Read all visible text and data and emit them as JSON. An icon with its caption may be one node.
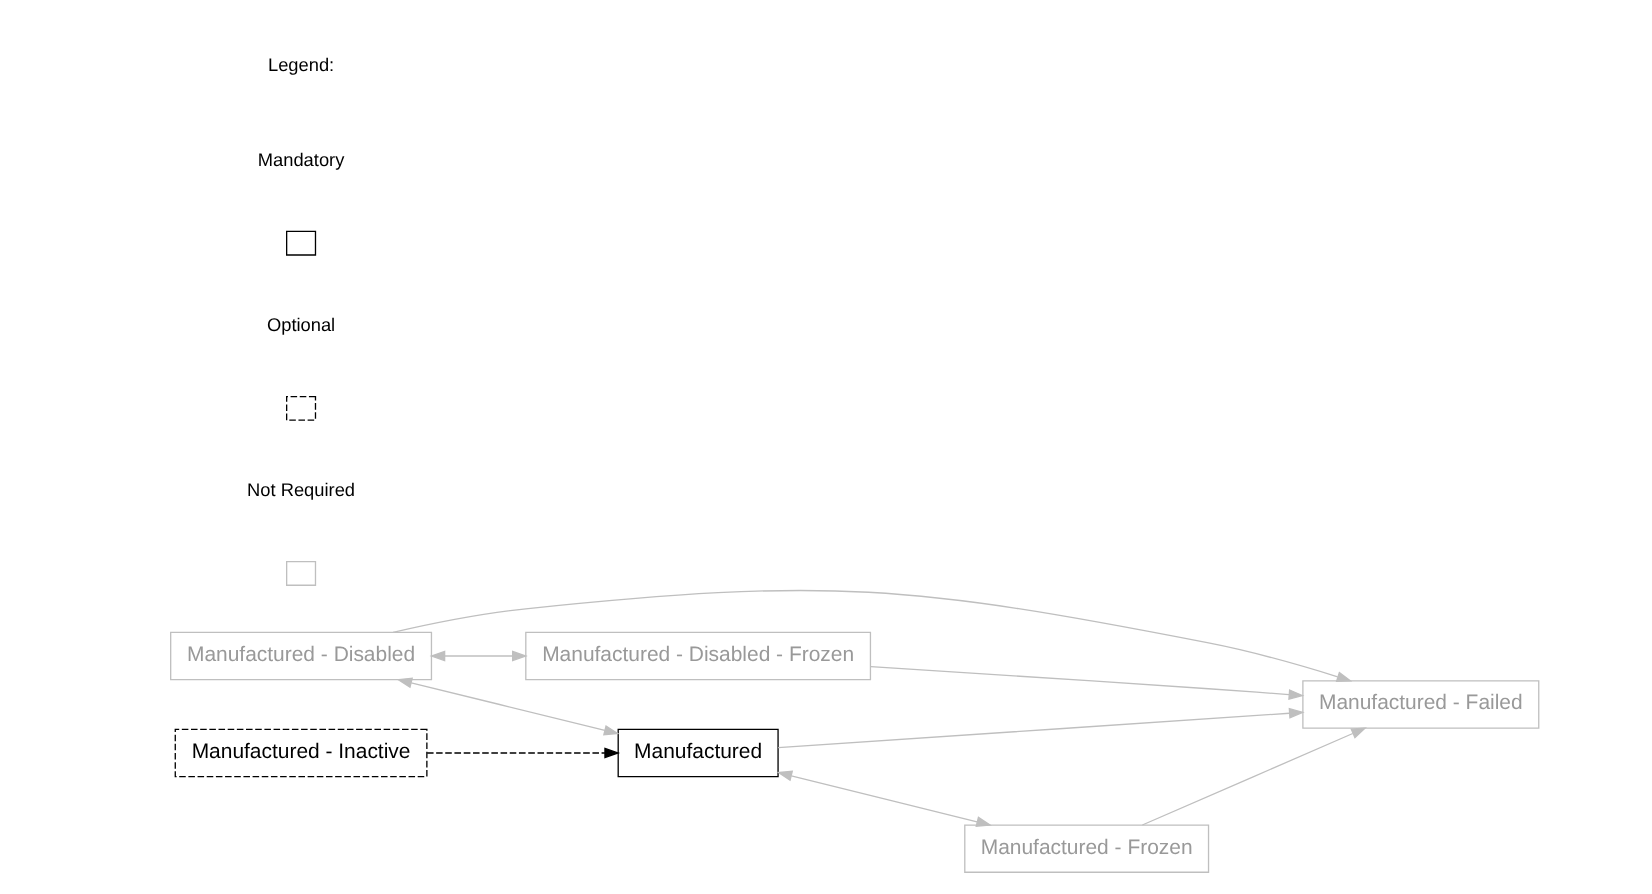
{
  "diagram": {
    "nodes": [
      {
        "text": [
          "Manufactured - Disabled"
        ]
      },
      {
        "text": [
          "Manufactured - Inactive"
        ]
      },
      {
        "text": [
          "Manufactured - Disabled - Frozen"
        ]
      },
      {
        "text": [
          "Manufactured"
        ]
      },
      {
        "text": [
          "Manufactured - Frozen"
        ]
      },
      {
        "text": [
          "Manufactured - Failed"
        ]
      }
    ],
    "edges": [
      {
        "from": 0,
        "to": 2,
        "arrow": "both"
      },
      {
        "from": 0,
        "to": 3,
        "arrow": "both"
      },
      {
        "from": 1,
        "to": 3,
        "arrow": "to",
        "style": "dashed",
        "color": "#000000"
      },
      {
        "from": 3,
        "to": 4,
        "arrow": "both"
      },
      {
        "from": 3,
        "to": 5,
        "arrow": "to"
      },
      {
        "from": 0,
        "to": 5,
        "arrow": "to"
      },
      {
        "from": 2,
        "to": 5,
        "arrow": "to"
      },
      {
        "from": 4,
        "to": 5,
        "arrow": "to"
      }
    ],
    "labels": [
      "Legend:"
    ],
    "legend": [
      {
        "text": "Mandatory"
      },
      {
        "text": "Optional"
      },
      {
        "text": "Not Required"
      }
    ]
  }
}
